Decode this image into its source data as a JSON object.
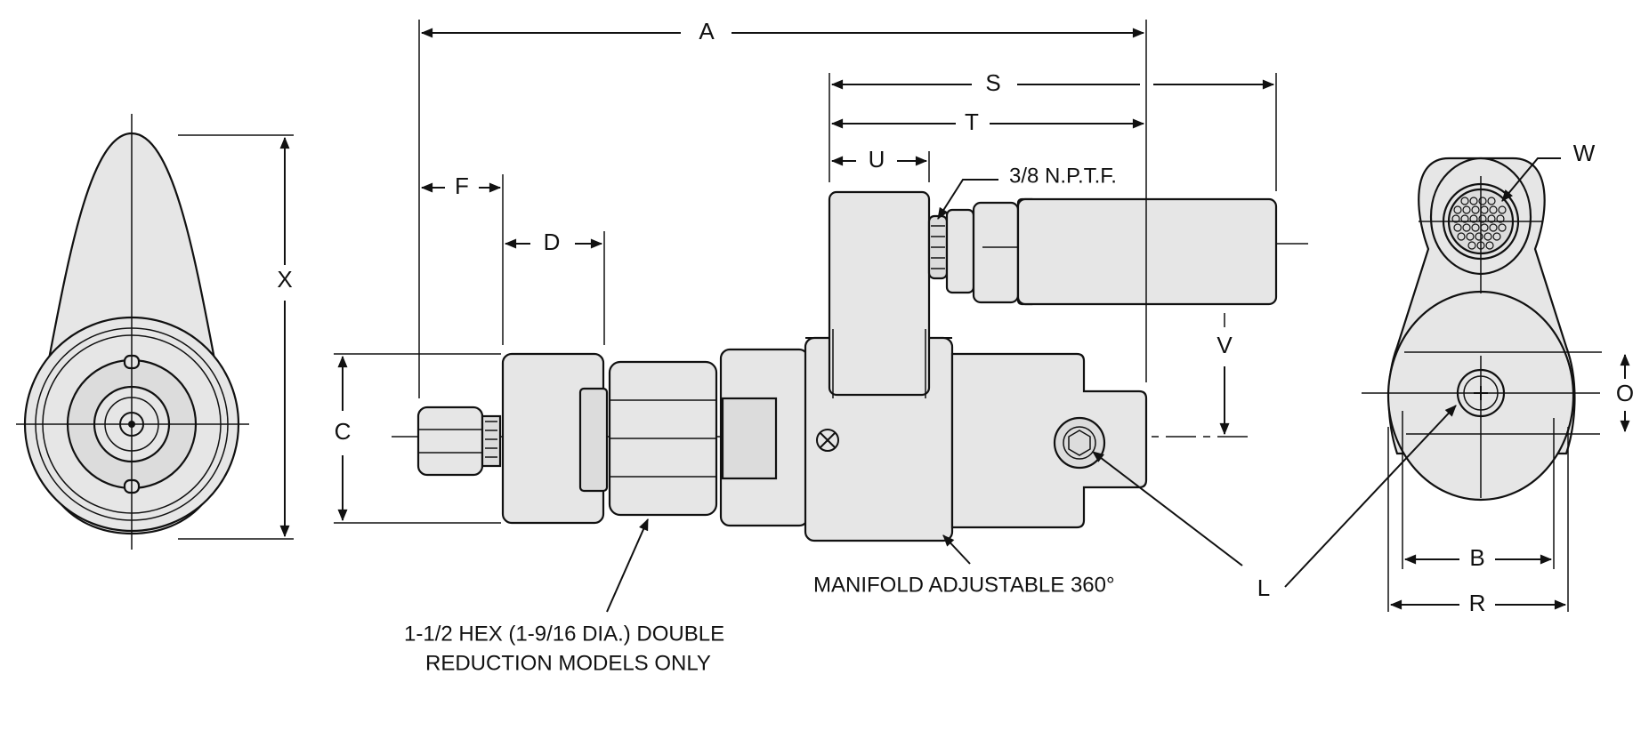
{
  "dimensions": {
    "A": "A",
    "S": "S",
    "T": "T",
    "U": "U",
    "F": "F",
    "D": "D",
    "C": "C",
    "V": "V",
    "X": "X",
    "W": "W",
    "O": "O",
    "B": "B",
    "R": "R",
    "L": "L"
  },
  "notes": {
    "port": "3/8 N.P.T.F.",
    "manifold": "MANIFOLD ADJUSTABLE 360°",
    "hex_line1": "1-1/2 HEX (1-9/16 DIA.) DOUBLE",
    "hex_line2": "REDUCTION MODELS ONLY"
  }
}
